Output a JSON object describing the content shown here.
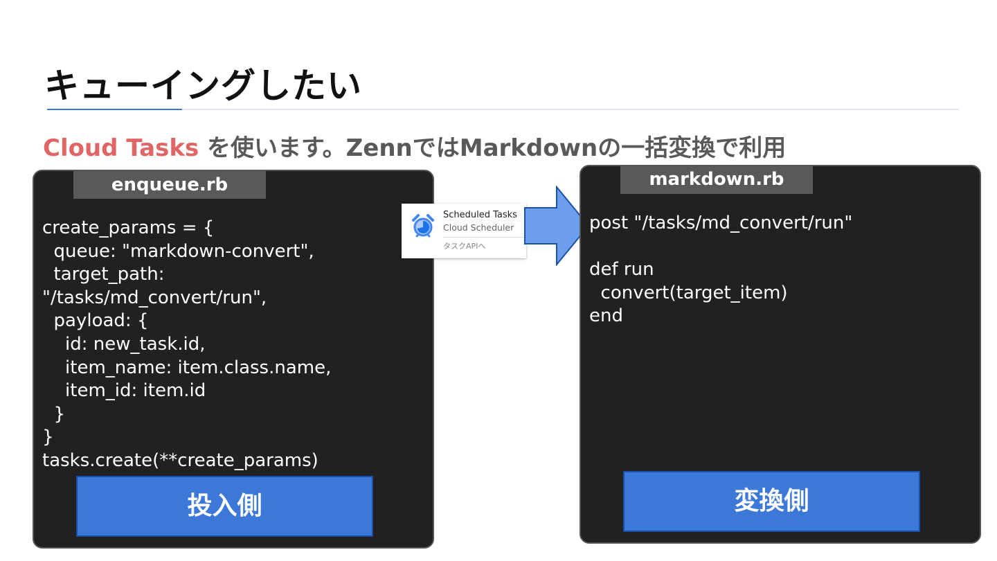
{
  "slide": {
    "title": "キューイングしたい",
    "subtitle_accent": "Cloud Tasks",
    "subtitle_rest": " を使います。ZennではMarkdownの一括変換で利用"
  },
  "enqueue_panel": {
    "filename": "enqueue.rb",
    "code": "create_params = {\n  queue: \"markdown-convert\",\n  target_path:\n\"/tasks/md_convert/run\",\n  payload: {\n    id: new_task.id,\n    item_name: item.class.name,\n    item_id: item.id\n  }\n}\ntasks.create(**create_params)",
    "role_label": "投入側"
  },
  "scheduler_card": {
    "title": "Scheduled Tasks",
    "subtitle": "Cloud Scheduler",
    "link": "タスクAPIへ",
    "icon": "alarm-clock-icon"
  },
  "markdown_panel": {
    "filename": "markdown.rb",
    "code": "post \"/tasks/md_convert/run\"\n\ndef run\n  convert(target_item)\nend",
    "role_label": "変換側"
  },
  "colors": {
    "accent_red": "#e06666",
    "accent_blue": "#3c78d8",
    "panel_bg": "#212121",
    "tab_bg": "#595959",
    "arrow_fill": "#6d9eeb"
  }
}
